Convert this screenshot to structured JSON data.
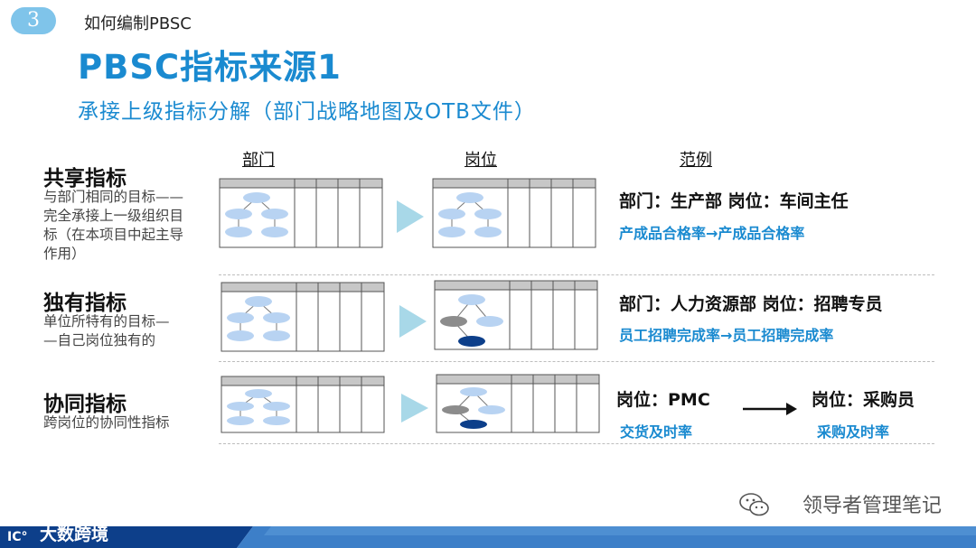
{
  "header": {
    "badge_number": "3",
    "section_title": "如何编制PBSC",
    "main_title": "PBSC指标来源1",
    "subtitle": "承接上级指标分解（部门战略地图及OTB文件）"
  },
  "columns": {
    "dept": "部门",
    "post": "岗位",
    "example": "范例"
  },
  "rows": [
    {
      "title": "共享指标",
      "desc_lines": [
        "与部门相同的目标——",
        "完全承接上一级组织目",
        "标（在本项目中起主导",
        "作用）"
      ],
      "example_main": "部门：生产部 岗位：车间主任",
      "example_sub": "产成品合格率→产成品合格率"
    },
    {
      "title": "独有指标",
      "desc_lines": [
        "单位所特有的目标—",
        "—自己岗位独有的"
      ],
      "example_main": "部门：人力资源部 岗位：招聘专员",
      "example_sub": "员工招聘完成率→员工招聘完成率"
    },
    {
      "title": "协同指标",
      "desc_lines": [
        "跨岗位的协同性指标"
      ],
      "example_left_main": "岗位：PMC",
      "example_left_sub": "交货及时率",
      "example_right_main": "岗位：采购员",
      "example_right_sub": "采购及时率"
    }
  ],
  "footer": {
    "brand": "大数跨境",
    "logo_text": "IC°",
    "watermark": "领导者管理笔记"
  },
  "colors": {
    "accent": "#1a8ad0",
    "badge": "#7fc4ea",
    "node_light": "#b8d3f2",
    "node_grey": "#8c8c8c",
    "node_dark": "#0d3f8a",
    "arrow": "#a8d8e8",
    "footer_dark": "#0d3f8a",
    "footer_mid": "#3d7fc8"
  }
}
